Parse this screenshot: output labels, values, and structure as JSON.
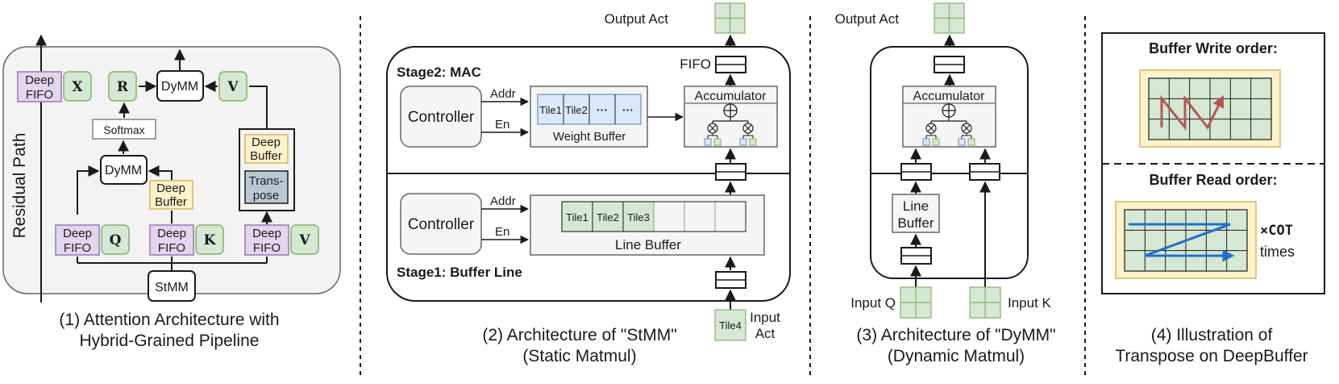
{
  "panel1": {
    "residual_path": "Residual Path",
    "deep_fifo": [
      "Deep",
      "FIFO"
    ],
    "x": "X",
    "r": "R",
    "dymm": "DyMM",
    "v": "V",
    "softmax": "Softmax",
    "deep_buffer": [
      "Deep",
      "Buffer"
    ],
    "transpose": [
      "Trans-",
      "pose"
    ],
    "q": "Q",
    "k": "K",
    "stmm": "StMM",
    "caption": [
      "(1) Attention Architecture with",
      "Hybrid-Grained Pipeline"
    ]
  },
  "panel2": {
    "output_act": "Output Act",
    "fifo": "FIFO",
    "stage2": "Stage2: MAC",
    "stage1": "Stage1: Buffer Line",
    "controller": "Controller",
    "addr": "Addr",
    "en": "En",
    "weight_tiles": [
      "Tile1",
      "Tile2",
      "···",
      "···"
    ],
    "weight_buffer": "Weight Buffer",
    "accumulator": "Accumulator",
    "line_tiles": [
      "Tile1",
      "Tile2",
      "Tile3"
    ],
    "line_buffer": "Line Buffer",
    "tile4": "Tile4",
    "input_act": [
      "Input",
      "Act"
    ],
    "caption": [
      "(2) Architecture of \"StMM\"",
      "(Static Matmul)"
    ]
  },
  "panel3": {
    "output_act": "Output Act",
    "accumulator": "Accumulator",
    "line_buffer": [
      "Line",
      "Buffer"
    ],
    "input_q": "Input Q",
    "input_k": "Input K",
    "caption": [
      "(3) Architecture of \"DyMM\"",
      "(Dynamic Matmul)"
    ]
  },
  "panel4": {
    "write_order": "Buffer Write order:",
    "read_order": "Buffer Read order:",
    "times_cot": "×COT",
    "times": "times",
    "caption": [
      "(4) Illustration of",
      "Transpose on DeepBuffer"
    ]
  },
  "colors": {
    "purple": "#e4d5ee",
    "purple_border": "#9a76b3",
    "green": "#d5e8d4",
    "green_border": "#82b366",
    "yellow": "#fff2cc",
    "yellow_border": "#d6b656",
    "slate": "#bac8d3",
    "blue_tile": "#dae8fc",
    "blue_border": "#6c8ebf",
    "panel_gray": "#f5f5f5",
    "zigzag_red": "#b85450",
    "zigzag_blue": "#1f6fd0"
  }
}
